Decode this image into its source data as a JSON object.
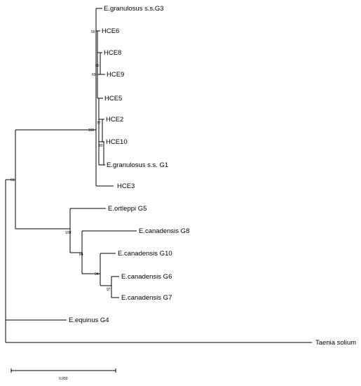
{
  "taxa": {
    "granulosus_g3": "E.granulosus s.s.G3",
    "hce6": "HCE6",
    "hce8": "HCE8",
    "hce9": "HCE9",
    "hce5": "HCE5",
    "hce2": "HCE2",
    "hce10": "HCE10",
    "granulosus_g1": "E.granulosus s.s. G1",
    "hce3": "HCE3",
    "ortleppi_g5": "E.ortleppi G5",
    "canadensis_g8": "E.canadensis G8",
    "canadensis_g10": "E.canadensis G10",
    "canadensis_g6": "E.canadensis G6",
    "canadensis_g7": "E.canadensis G7",
    "equinus_g4": "E.equinus G4",
    "taenia_solium": "Taenia solium"
  },
  "bootstrap": {
    "b59": "59",
    "b65": "65",
    "b60": "60",
    "b77": "77",
    "b80": "80",
    "b100_granulosus": "100",
    "b61": "61",
    "b100_canadensis": "100",
    "b84": "84",
    "b94": "94",
    "b97": "97"
  },
  "scale": {
    "label": "0.050"
  }
}
